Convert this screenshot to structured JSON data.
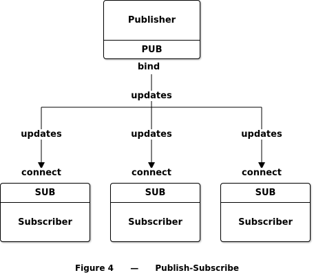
{
  "publisher": {
    "name": "Publisher",
    "socket": "PUB",
    "op": "bind"
  },
  "edge_labels": {
    "trunk": "updates",
    "branches": [
      "updates",
      "updates",
      "updates"
    ]
  },
  "subscribers": [
    {
      "socket": "SUB",
      "name": "Subscriber",
      "op": "connect"
    },
    {
      "socket": "SUB",
      "name": "Subscriber",
      "op": "connect"
    },
    {
      "socket": "SUB",
      "name": "Subscriber",
      "op": "connect"
    }
  ],
  "caption": {
    "figure": "Figure 4",
    "dash": "—",
    "title": "Publish-Subscribe"
  }
}
